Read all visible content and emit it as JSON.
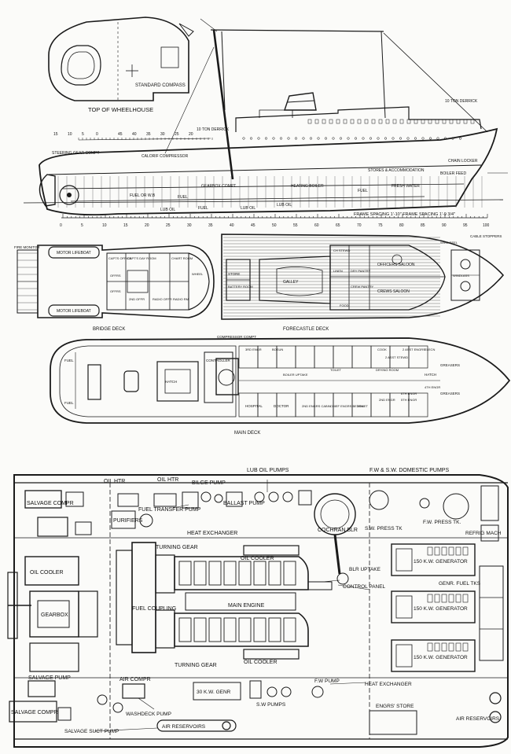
{
  "drawings": {
    "top_of_wheelhouse": {
      "title": "TOP OF WHEELHOUSE",
      "labels": [
        "STANDARD COMPASS"
      ]
    },
    "profile": {
      "labels": [
        "10 TON DERRICK",
        "10 TON DERRICK",
        "STEERING GEAR COMPT",
        "CALORIF COMPRESSOR",
        "GEARBOX COMPT",
        "HEATING BOILER",
        "STORES & ACCOMMODATION",
        "CHAIN LOCKER",
        "BOILER FEED",
        "FRESH WATER",
        "FUEL",
        "FUEL",
        "FUEL OR W.B",
        "LUB OIL",
        "FUEL",
        "LUB OIL",
        "LUB OIL"
      ],
      "frame_spacing": "FRAME SPACING 1'-10\" FRAME SPACING 1'-9 3/4\"",
      "frame_numbers": [
        "0",
        "5",
        "10",
        "15",
        "20",
        "25",
        "30",
        "35",
        "40",
        "45",
        "50",
        "55",
        "60",
        "65",
        "70",
        "75",
        "80",
        "85",
        "90",
        "95",
        "100"
      ],
      "top_scale": [
        "15",
        "10",
        "5",
        "0",
        "45",
        "40",
        "35",
        "30",
        "25",
        "20"
      ]
    },
    "bridge_deck": {
      "title": "BRIDGE DECK",
      "labels": [
        "FIRE MONITOR",
        "MOTOR LIFEBOAT",
        "MOTOR LIFEBOAT",
        "CAPTS OFFICE",
        "CAPT'S DAY ROOM",
        "CHART ROOM",
        "WHEEL",
        "OFFRS",
        "OFFRS",
        "2ND OFFR",
        "RADIO OFFR",
        "RADIO RM"
      ]
    },
    "forecastle_deck": {
      "title": "FORECASTLE DECK",
      "labels": [
        "STORE",
        "BATTERY ROOM",
        "CH STEWD",
        "GALLEY",
        "OFFICERS SALOON",
        "CREWS SALOON",
        "LINEN",
        "DRY PANTRY",
        "CREW PANTRY",
        "WIRE REEL",
        "CABLE STOPPERS",
        "WINDLASS",
        "FOOD"
      ]
    },
    "main_deck": {
      "title": "MAIN DECK",
      "labels": [
        "COMPRESSOR COMPT",
        "CONTROLLER",
        "FUEL",
        "FUEL",
        "HATCH",
        "HATCH",
        "BOILER UPTAKE",
        "HOSPITAL",
        "DOCTOR",
        "2ND ENGRS CABIN",
        "CHIEF ENGRS BEDRM",
        "TOILET",
        "TOILET",
        "GREASERS",
        "GREASERS",
        "ELECN",
        "3RD ENGR",
        "4TH ENGR",
        "2ND ENGR",
        "6TH ENGR",
        "5TH ENGR",
        "DRYING ROOM",
        "BOSUN",
        "COOK",
        "2 ASST STEWD",
        "2 ASST ENGRS"
      ]
    },
    "engine_room": {
      "labels": {
        "lub_oil_pumps": "LUB OIL PUMPS",
        "fw_sw_domestic_pumps": "F.W & S.W. DOMESTIC PUMPS",
        "oil_htr_1": "OIL HTR",
        "oil_htr_2": "OIL HTR",
        "bilge_pump": "BILGE PUMP",
        "salvage_compr_top": "SALVAGE COMPR",
        "fuel_transfer_pump": "FUEL TRANSFER PUMP",
        "ballast_pump": "BALLAST PUMP",
        "purifiers": "PURIFIERS",
        "cochran_blr": "COCHRAN BLR",
        "sw_press_tk": "S.W. PRESS TK",
        "fw_press_tk": "F.W. PRESS TK.",
        "refrig_mach": "REFRIG MACH",
        "heat_exchanger_top": "HEAT EXCHANGER",
        "turning_gear_top": "TURNING GEAR",
        "oil_cooler_top": "OIL COOLER",
        "oil_cooler_left": "OIL COOLER",
        "blr_uptake": "BLR UPTAKE",
        "control_panel": "CONTROL PANEL",
        "gen_1": "150 K.W. GENERATOR",
        "genr_fuel_tks": "GENR. FUEL TKS",
        "gearbox": "GEARBOX",
        "fuel_coupling": "FUEL COUPLING",
        "main_engine": "MAIN ENGINE",
        "gen_2": "150 K.W. GENERATOR",
        "gen_3": "150 K.W. GENERATOR",
        "turning_gear_bottom": "TURNING GEAR",
        "oil_cooler_bottom": "OIL COOLER",
        "salvage_pump": "SALVAGE PUMP",
        "air_compr": "AIR COMPR",
        "heat_exchanger_bottom": "HEAT EXCHANGER",
        "kw_30_genr": "30 K.W. GENR",
        "sw_pumps": "S.W PUMPS",
        "fw_pump": "F.W PUMP",
        "salvage_compr_bottom": "SALVAGE COMPR",
        "washdeck_pump": "WASHDECK PUMP",
        "engrs_store": "ENGRS' STORE",
        "air_reservoirs_right": "AIR RESERVOIRS",
        "salvage_suct_pump": "SALVAGE SUCT PUMP",
        "air_reservoirs_bottom": "AIR RESERVOIRS"
      }
    }
  }
}
